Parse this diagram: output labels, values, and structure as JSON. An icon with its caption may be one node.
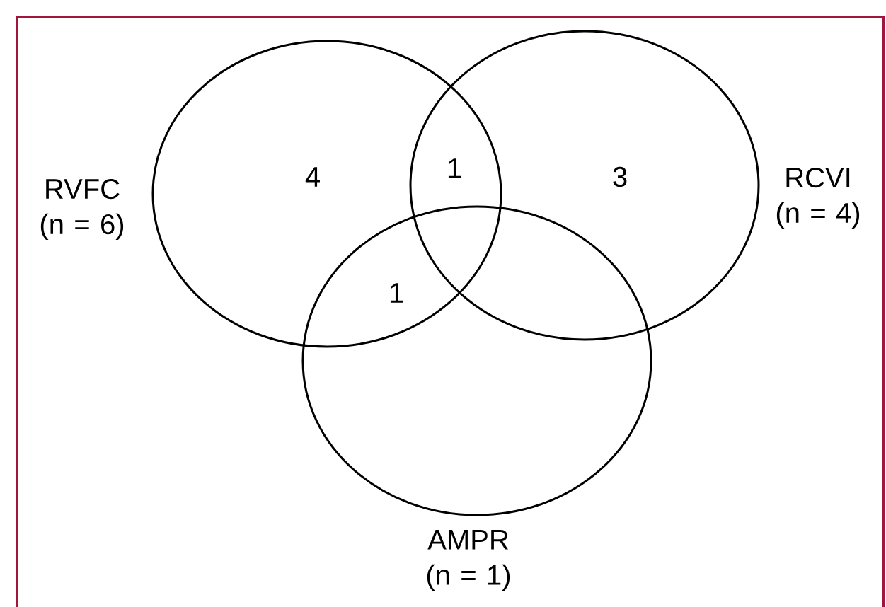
{
  "diagram": {
    "nodes": [
      {
        "text": [],
        "shape": "circle",
        "beside": [
          "RVFC (n = 6)"
        ]
      },
      {
        "text": [],
        "shape": "circle",
        "beside": [
          "RCVI (n = 4)"
        ]
      },
      {
        "text": [],
        "shape": "circle",
        "beside": [
          "AMPR (n = 1)"
        ]
      }
    ],
    "labels": [
      "4",
      "1",
      "3",
      "1"
    ]
  }
}
